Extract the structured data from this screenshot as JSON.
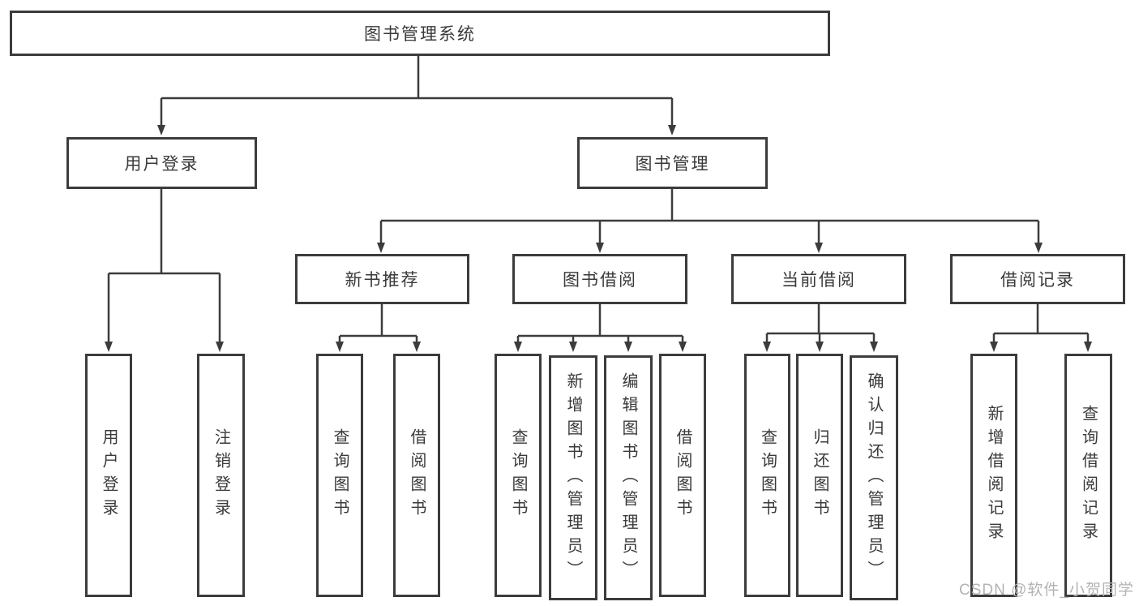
{
  "diagram": {
    "title": "图书管理系统",
    "watermark": "CSDN @软件_小贺同学",
    "colors": {
      "line": "#3c3c3c",
      "box_border": "#3c3c3c",
      "text": "#3a3a3a",
      "watermark": "#b3b3b3",
      "background": "#ffffff"
    },
    "nodes": {
      "root": {
        "label": "图书管理系统"
      },
      "level2": [
        {
          "label": "用户登录"
        },
        {
          "label": "图书管理"
        }
      ],
      "level3": [
        {
          "label": "新书推荐",
          "parent": "图书管理"
        },
        {
          "label": "图书借阅",
          "parent": "图书管理"
        },
        {
          "label": "当前借阅",
          "parent": "图书管理"
        },
        {
          "label": "借阅记录",
          "parent": "图书管理"
        }
      ],
      "leaves": [
        {
          "label": "用户登录",
          "parent": "用户登录"
        },
        {
          "label": "注销登录",
          "parent": "用户登录"
        },
        {
          "label": "查询图书",
          "parent": "新书推荐"
        },
        {
          "label": "借阅图书",
          "parent": "新书推荐"
        },
        {
          "label": "查询图书",
          "parent": "图书借阅"
        },
        {
          "label": "新增图书（管理员）",
          "parent": "图书借阅"
        },
        {
          "label": "编辑图书（管理员）",
          "parent": "图书借阅"
        },
        {
          "label": "借阅图书",
          "parent": "图书借阅"
        },
        {
          "label": "查询图书",
          "parent": "当前借阅"
        },
        {
          "label": "归还图书",
          "parent": "当前借阅"
        },
        {
          "label": "确认归还（管理员）",
          "parent": "当前借阅"
        },
        {
          "label": "新增借阅记录",
          "parent": "借阅记录"
        },
        {
          "label": "查询借阅记录",
          "parent": "借阅记录"
        }
      ]
    }
  }
}
